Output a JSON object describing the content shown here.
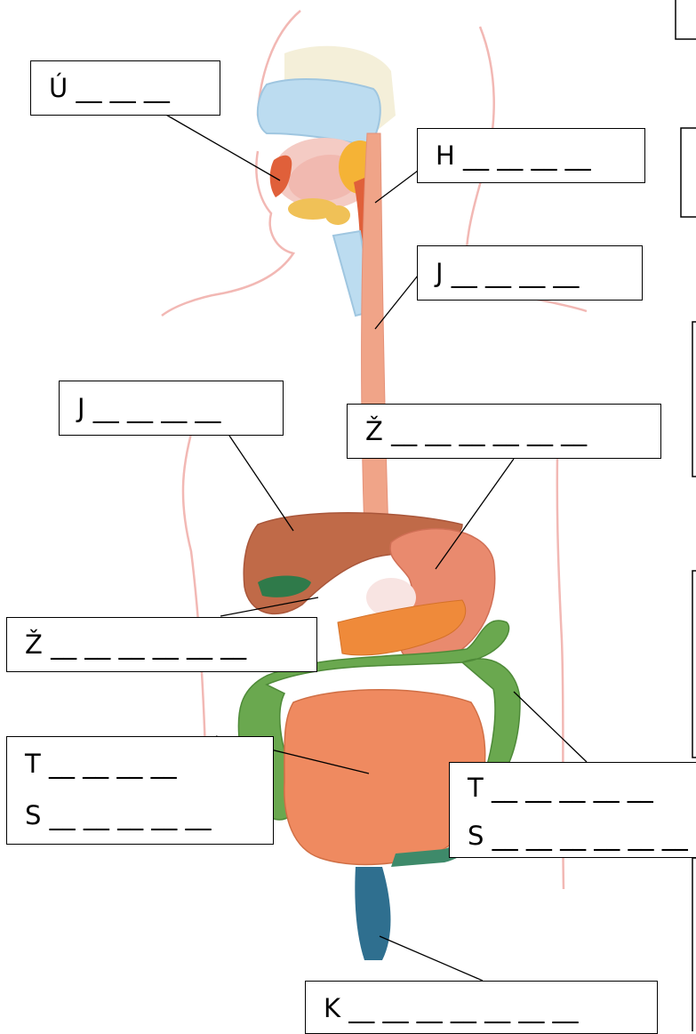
{
  "labels": {
    "mouth": {
      "letter": "Ú",
      "blanks": "__ __ __"
    },
    "pharynx": {
      "letter": "H",
      "blanks": "__ __ __ __"
    },
    "esophagus": {
      "letter": "J",
      "blanks": "__ __ __ __"
    },
    "liver": {
      "letter": "J",
      "blanks": "__ __ __ __"
    },
    "stomach": {
      "letter": "Ž",
      "blanks": "__ __ __ __ __ __"
    },
    "gallbladder": {
      "letter": "Ž",
      "blanks": "__ __ __ __ __ __"
    },
    "large_intestine": {
      "letter1": "T",
      "blanks1": "__ __ __ __ __",
      "letter2": "S",
      "blanks2": "__ __ __ __ __ __"
    },
    "small_intestine": {
      "letter1": "T",
      "blanks1": "__ __ __ __",
      "letter2": "S",
      "blanks2": "__ __ __ __ __"
    },
    "rectum": {
      "letter": "K",
      "blanks": "__ __ __ __ __ __ __"
    }
  },
  "colors": {
    "body_outline": "#f2b8b4",
    "liver": "#c06a48",
    "stomach": "#e98a6e",
    "small_intestine": "#ef8a60",
    "large_intestine": "#6aa84f",
    "esophagus": "#f0a488",
    "nasal": "#bcdcf0",
    "rectum": "#2f6f8f"
  }
}
